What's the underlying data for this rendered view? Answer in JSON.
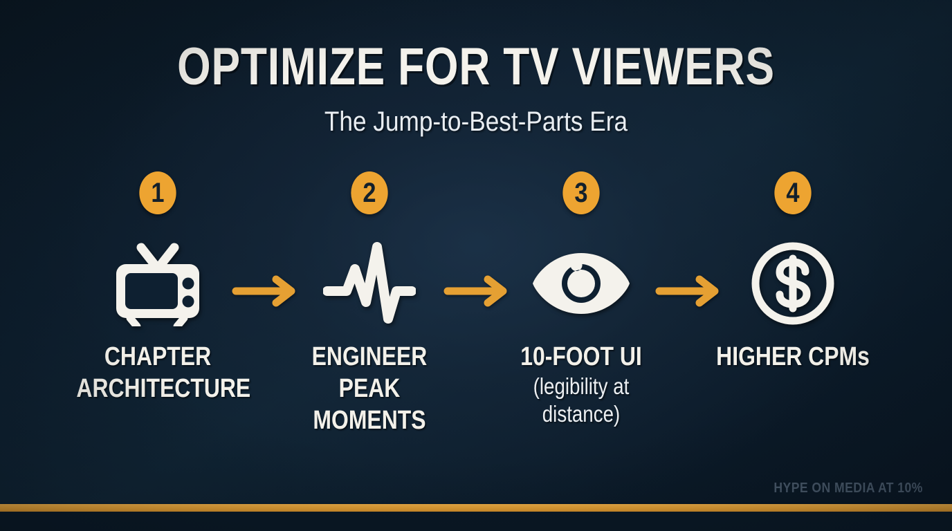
{
  "header": {
    "title": "OPTIMIZE FOR TV VIEWERS",
    "subtitle": "The Jump-to-Best-Parts Era"
  },
  "colors": {
    "accent_orange": "#eda431",
    "bar_orange": "#e5a033",
    "background_dark": "#0a1722",
    "background_center": "#22395 3",
    "text_light": "#f3f1ea",
    "watermark": "#49596a"
  },
  "steps": [
    {
      "number": "1",
      "icon": "tv-icon",
      "caption_line1": "CHAPTER",
      "caption_line2": "ARCHITECTURE",
      "caption_sub": ""
    },
    {
      "number": "2",
      "icon": "pulse-waveform-icon",
      "caption_line1": "ENGINEER",
      "caption_line2": "PEAK MOMENTS",
      "caption_sub": ""
    },
    {
      "number": "3",
      "icon": "eye-icon",
      "caption_line1": "10-FOOT UI",
      "caption_line2": "",
      "caption_sub": "(legibility at distance)"
    },
    {
      "number": "4",
      "icon": "dollar-circle-icon",
      "caption_line1": "HIGHER CPMs",
      "caption_line2": "",
      "caption_sub": ""
    }
  ],
  "arrows": [
    {
      "name": "arrow-right-icon-1"
    },
    {
      "name": "arrow-right-icon-2"
    },
    {
      "name": "arrow-right-icon-3"
    }
  ],
  "footer": {
    "watermark": "HYPE ON MEDIA AT 10%"
  }
}
